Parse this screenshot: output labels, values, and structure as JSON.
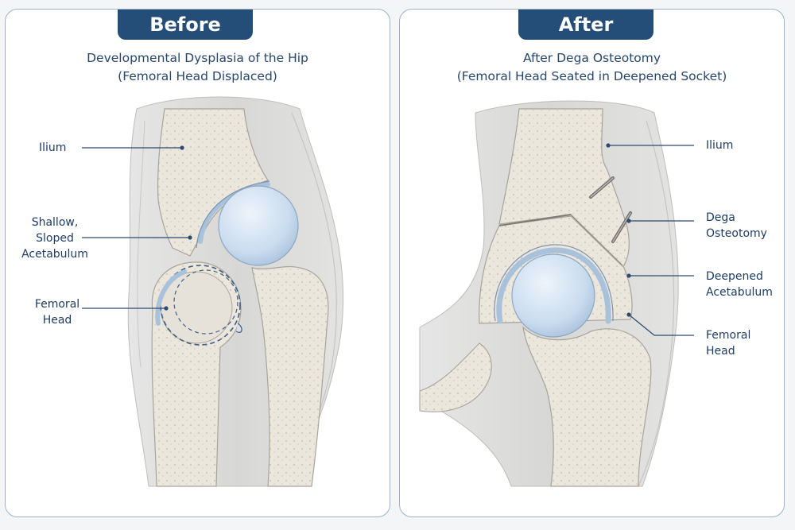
{
  "before": {
    "tab": "Before",
    "title_line1": "Developmental Dysplasia of the Hip",
    "title_line2": "(Femoral Head Displaced)",
    "labels": {
      "ilium": "Ilium",
      "acetabulum_1": "Shallow,",
      "acetabulum_2": "Sloped",
      "acetabulum_3": "Acetabulum",
      "femoral_head_1": "Femoral",
      "femoral_head_2": "Head"
    }
  },
  "after": {
    "tab": "After",
    "title_line1": "After Dega Osteotomy",
    "title_line2": "(Femoral Head Seated in Deepened Socket)",
    "labels": {
      "ilium": "Ilium",
      "osteotomy_1": "Dega",
      "osteotomy_2": "Osteotomy",
      "acetabulum_1": "Deepened",
      "acetabulum_2": "Acetabulum",
      "femoral_head_1": "Femoral",
      "femoral_head_2": "Head"
    }
  },
  "colors": {
    "accent": "#244d78",
    "bone": "#ebe6dc",
    "cartilage": "#c9dbee",
    "head": "#cfe0f1",
    "soft_tissue": "#dcdcdc",
    "leader": "#2b4a70"
  }
}
